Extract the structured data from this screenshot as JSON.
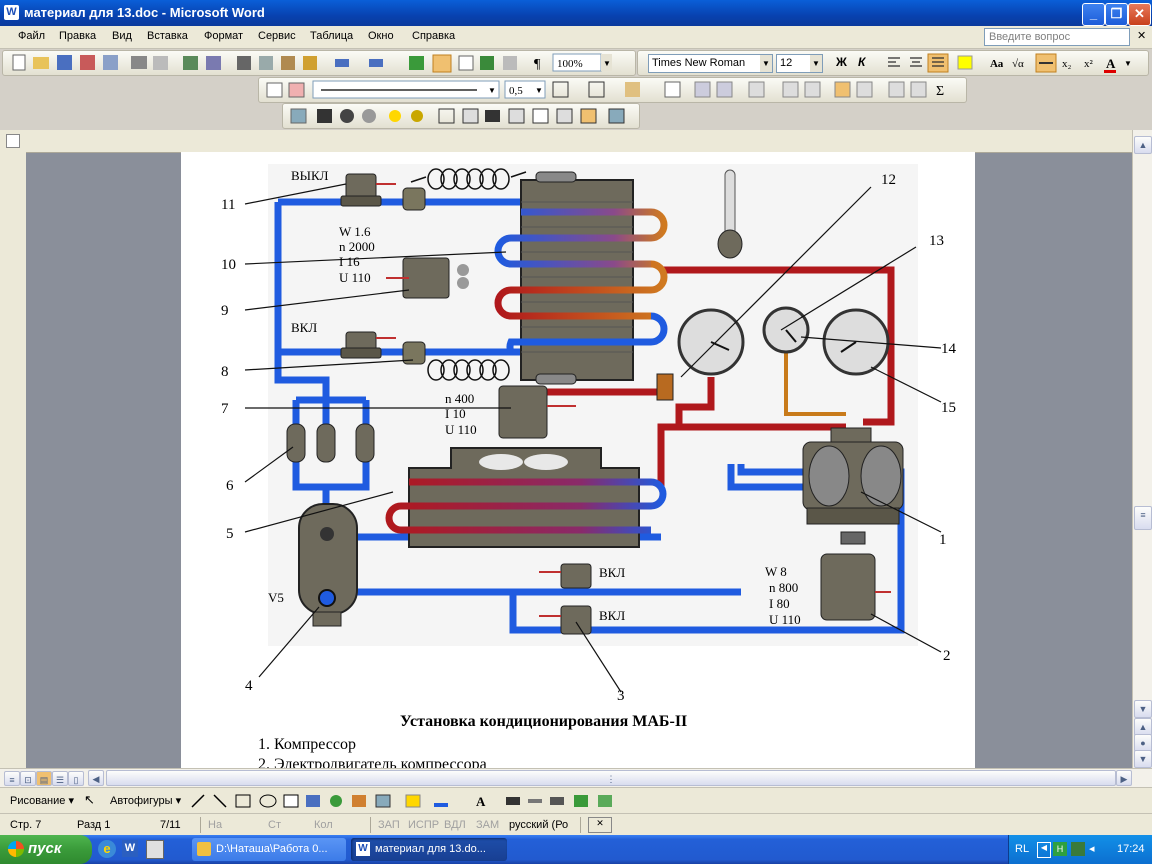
{
  "window": {
    "title": "материал для 13.doc - Microsoft Word",
    "app_icon": "W",
    "controls": {
      "minimize": "_",
      "maximize": "❐",
      "close": "✕"
    }
  },
  "menu": {
    "items": [
      "Файл",
      "Правка",
      "Вид",
      "Вставка",
      "Формат",
      "Сервис",
      "Таблица",
      "Окно",
      "Справка"
    ],
    "help_placeholder": "Введите вопрос",
    "close_doc": "✕"
  },
  "toolbar_standard": {
    "zoom": "100%",
    "pilcrow": "¶"
  },
  "toolbar_formatting": {
    "font": "Times New Roman",
    "size": "12",
    "bold": "Ж",
    "italic": "К",
    "superscript": "x²",
    "subscript": "x₂",
    "font_color": "A",
    "aa": "Аа",
    "sqrt": "√α"
  },
  "toolbar_tables": {
    "line_weight": "0,5",
    "sigma": "Σ"
  },
  "diagram": {
    "labels": {
      "n1": "1",
      "n2": "2",
      "n3": "3",
      "n4": "4",
      "n5": "5",
      "n6": "6",
      "n7": "7",
      "n8": "8",
      "n9": "9",
      "n10": "10",
      "n11": "11",
      "n12": "12",
      "n13": "13",
      "n14": "14",
      "n15": "15"
    },
    "text": {
      "vykl": "ВЫКЛ",
      "vkl_top": "ВКЛ",
      "vkl_mid": "ВКЛ",
      "vkl_bot": "ВКЛ",
      "v5": "V5"
    },
    "fan_params": [
      "W 1.6",
      "n  2000",
      "I   16",
      "U  110"
    ],
    "motor7_params": [
      "n  400",
      "I   10",
      "U 110"
    ],
    "motor2_params": [
      "W 8",
      "n  800",
      "I   80",
      "U 110"
    ]
  },
  "document": {
    "caption": "Установка кондиционирования МАБ-II",
    "list": [
      "1. Компрессор",
      "2. Электродвигатель компрессора"
    ]
  },
  "drawing_toolbar": {
    "draw": "Рисование",
    "autoshapes": "Автофигуры"
  },
  "status": {
    "page": "Стр. 7",
    "section": "Разд 1",
    "pages": "7/11",
    "at": "На",
    "line": "Ст",
    "col": "Кол",
    "rec": "ЗАП",
    "trk": "ИСПР",
    "ext": "ВДЛ",
    "ovr": "ЗАМ",
    "lang": "русский (Ро"
  },
  "taskbar": {
    "start": "пуск",
    "task1": "D:\\Наташа\\Работа 0...",
    "task2": "материал для 13.do...",
    "lang": "RL",
    "time": "17:24"
  },
  "colors": {
    "pipe_blue": "#1f5be0",
    "pipe_red": "#b0181c",
    "pipe_orange": "#c87a1a",
    "title_blue": "#0a4fc4",
    "taskbar_blue": "#225acf",
    "start_green": "#3a9b3a"
  }
}
